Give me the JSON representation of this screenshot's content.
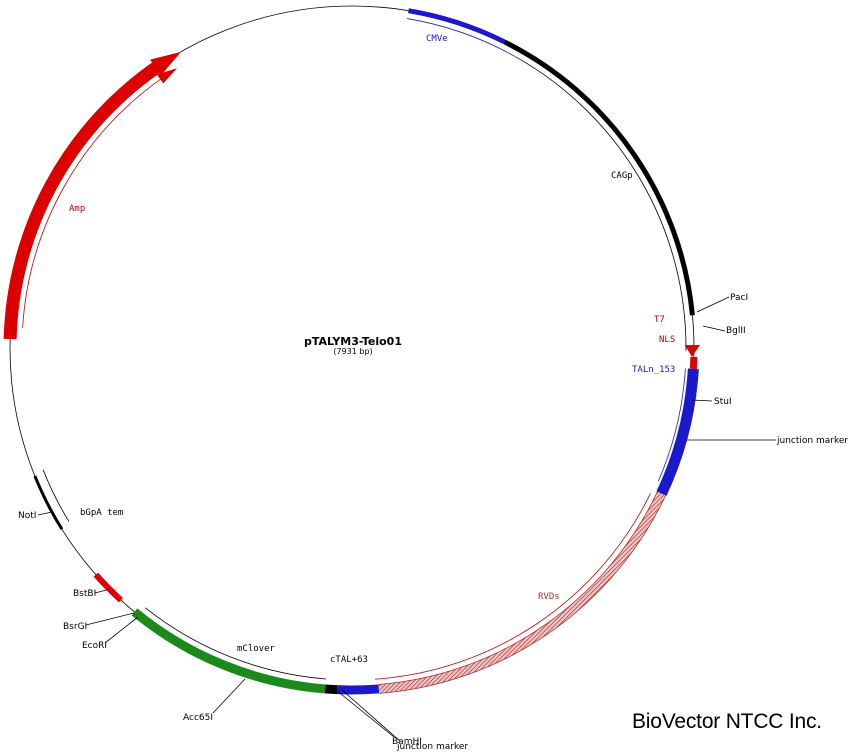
{
  "plasmid": {
    "name": "pTALYM3-Telo01",
    "size_label": "(7931 bp)"
  },
  "colors": {
    "blue": "#1a1acc",
    "black": "#000000",
    "red": "#dd0000",
    "green": "#1b8a1b",
    "rvd": "#b03030",
    "thin_red": "#c00000",
    "thin_blue": "#1a1acc"
  },
  "features": [
    {
      "name": "CMVe",
      "color": "blue",
      "label_color": "blue"
    },
    {
      "name": "CAGp",
      "color": "black",
      "label_color": "black"
    },
    {
      "name": "T7",
      "color": "red",
      "label_color": "red"
    },
    {
      "name": "NLS",
      "color": "red",
      "label_color": "red"
    },
    {
      "name": "TALn_153",
      "color": "blue",
      "label_color": "blue"
    },
    {
      "name": "RVDs",
      "color": "rvd",
      "label_color": "rvd"
    },
    {
      "name": "cTAL+63",
      "color": "blue",
      "label_color": "black"
    },
    {
      "name": "mClover",
      "color": "green",
      "label_color": "black"
    },
    {
      "name": "bGpA tem",
      "color": "black",
      "label_color": "black"
    },
    {
      "name": "Amp",
      "color": "red",
      "label_color": "red"
    }
  ],
  "sites": [
    {
      "name": "PacI"
    },
    {
      "name": "BglII"
    },
    {
      "name": "StuI"
    },
    {
      "name": "junction marker"
    },
    {
      "name": "BamHI"
    },
    {
      "name": "junction marker"
    },
    {
      "name": "Acc65I"
    },
    {
      "name": "EcoRI"
    },
    {
      "name": "BsrGI"
    },
    {
      "name": "BstBI"
    },
    {
      "name": "NotI"
    }
  ],
  "brand": "BioVector NTCC Inc."
}
